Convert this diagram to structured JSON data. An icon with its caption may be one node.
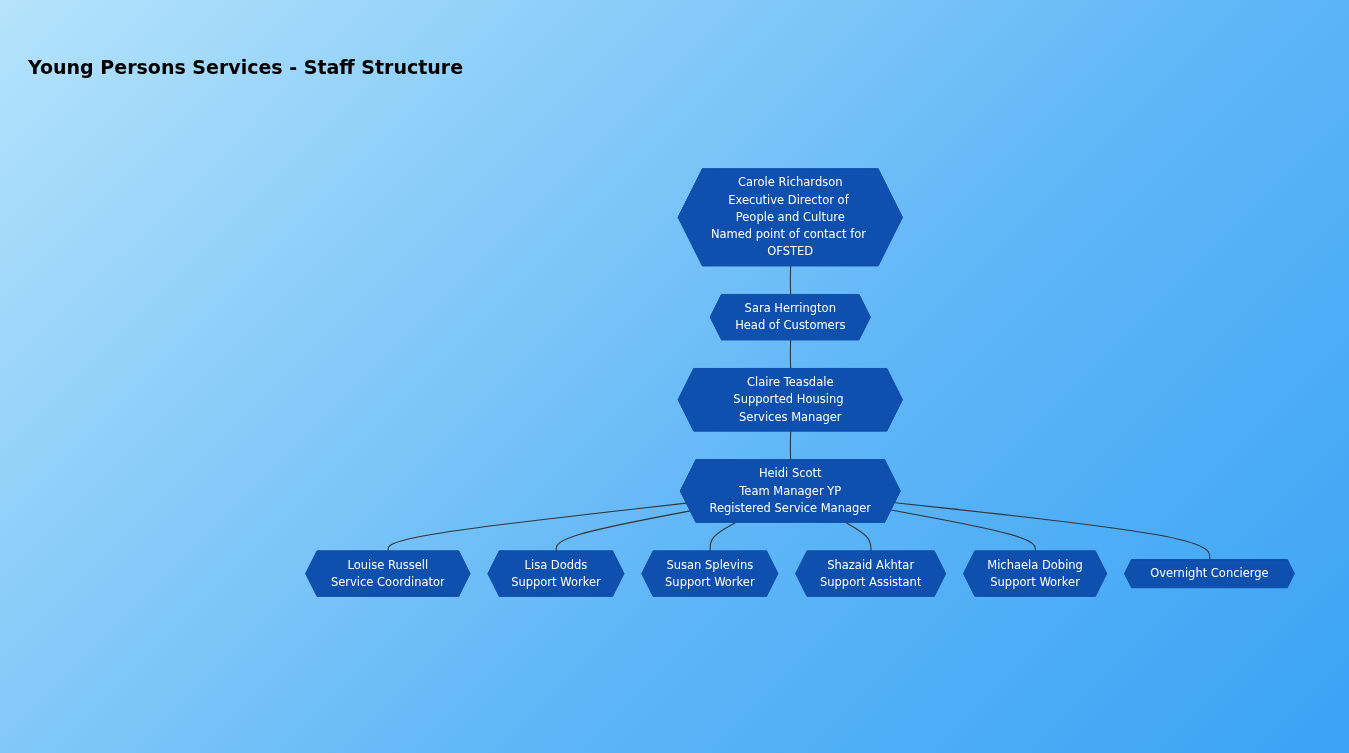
{
  "diagram": {
    "title": "Young Persons Services - Staff Structure",
    "nodes": [
      {
        "text": [
          "Carole Richardson",
          "Executive Director of People and Culture",
          "Named point of contact for OFSTED"
        ]
      },
      {
        "text": [
          "Sara Herrington",
          "Head of Customers"
        ]
      },
      {
        "text": [
          "Claire Teasdale",
          "Supported Housing Services Manager"
        ]
      },
      {
        "text": [
          "Heidi Scott",
          "Team Manager YP",
          "Registered Service Manager"
        ]
      },
      {
        "text": [
          "Louise Russell",
          "Service Coordinator"
        ]
      },
      {
        "text": [
          "Lisa Dodds",
          "Support Worker"
        ]
      },
      {
        "text": [
          "Susan Splevins",
          "Support Worker"
        ]
      },
      {
        "text": [
          "Shazaid Akhtar",
          "Support Assistant"
        ]
      },
      {
        "text": [
          "Michaela Dobing",
          "Support Worker"
        ]
      },
      {
        "text": [
          "Overnight Concierge"
        ]
      }
    ],
    "edges": [
      {
        "from": 0,
        "to": 1,
        "arrow": "none"
      },
      {
        "from": 1,
        "to": 2,
        "arrow": "none"
      },
      {
        "from": 2,
        "to": 3,
        "arrow": "none"
      },
      {
        "from": 3,
        "to": 4,
        "arrow": "none"
      },
      {
        "from": 3,
        "to": 5,
        "arrow": "none"
      },
      {
        "from": 3,
        "to": 6,
        "arrow": "none"
      },
      {
        "from": 3,
        "to": 7,
        "arrow": "none"
      },
      {
        "from": 3,
        "to": 8,
        "arrow": "none"
      },
      {
        "from": 3,
        "to": 9,
        "arrow": "none"
      }
    ]
  }
}
